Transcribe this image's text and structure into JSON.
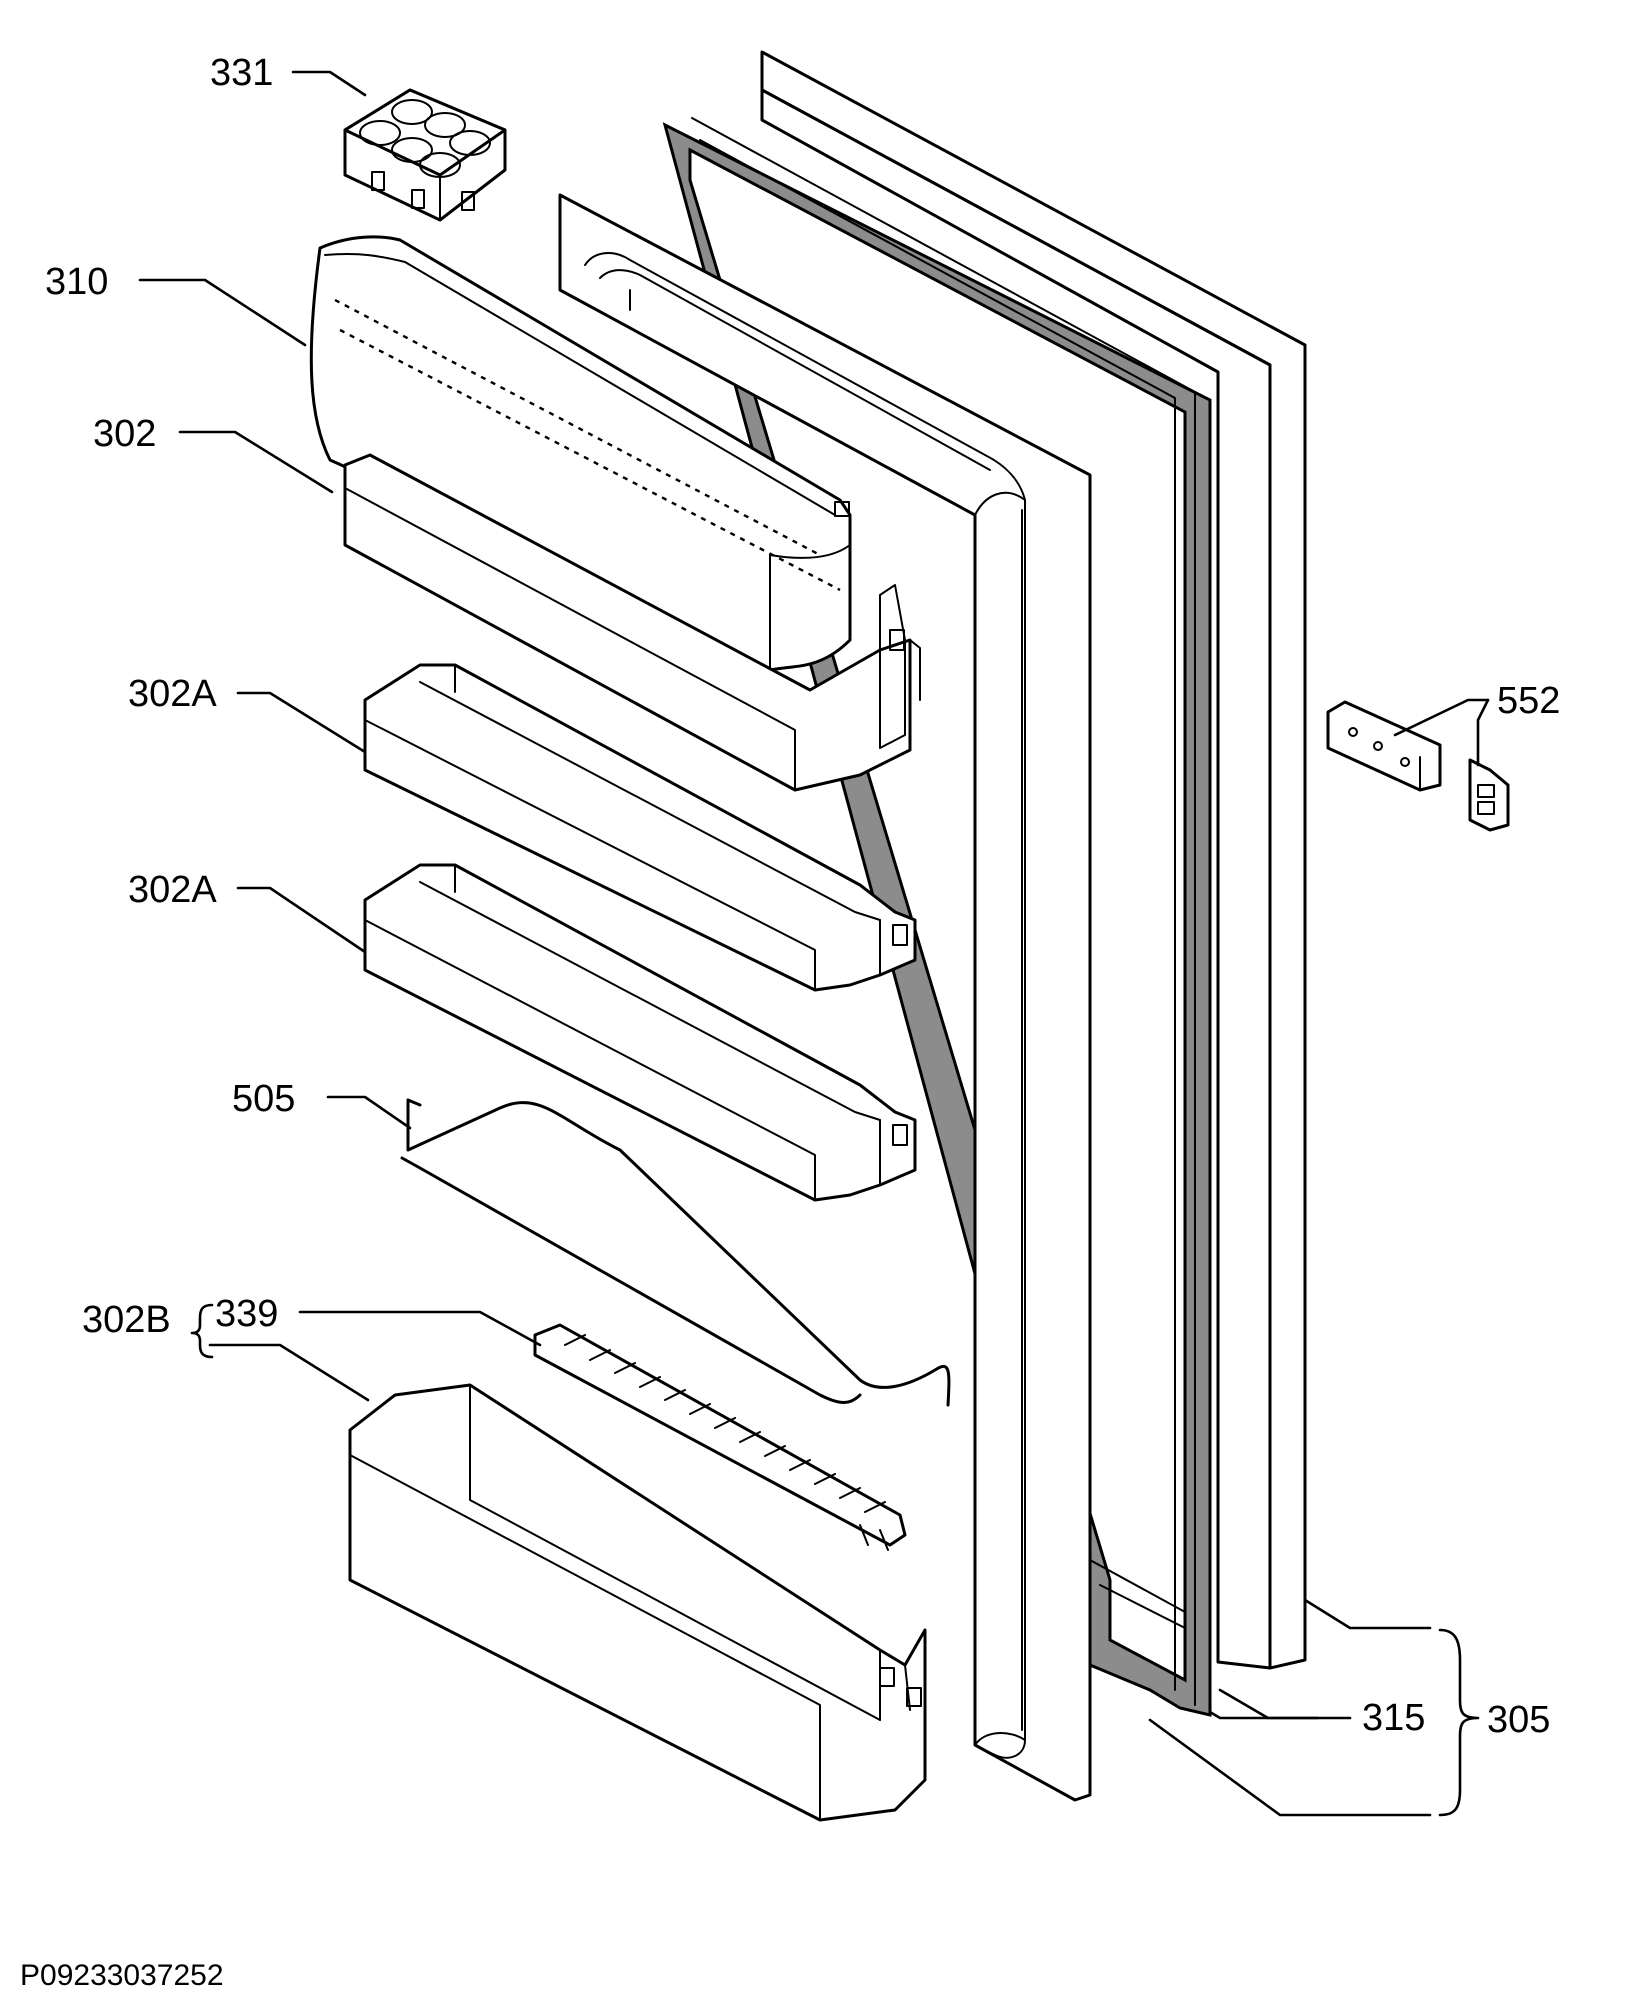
{
  "diagram": {
    "labels": {
      "l331": "331",
      "l310": "310",
      "l302": "302",
      "l302a_1": "302A",
      "l302a_2": "302A",
      "l505": "505",
      "l302b": "302B",
      "l339": "339",
      "l552": "552",
      "l315": "315",
      "l305": "305"
    },
    "drawing_code": "P09233037252"
  },
  "colors": {
    "line": "#000000",
    "gasket": "#8c8c8c",
    "background": "#ffffff"
  }
}
